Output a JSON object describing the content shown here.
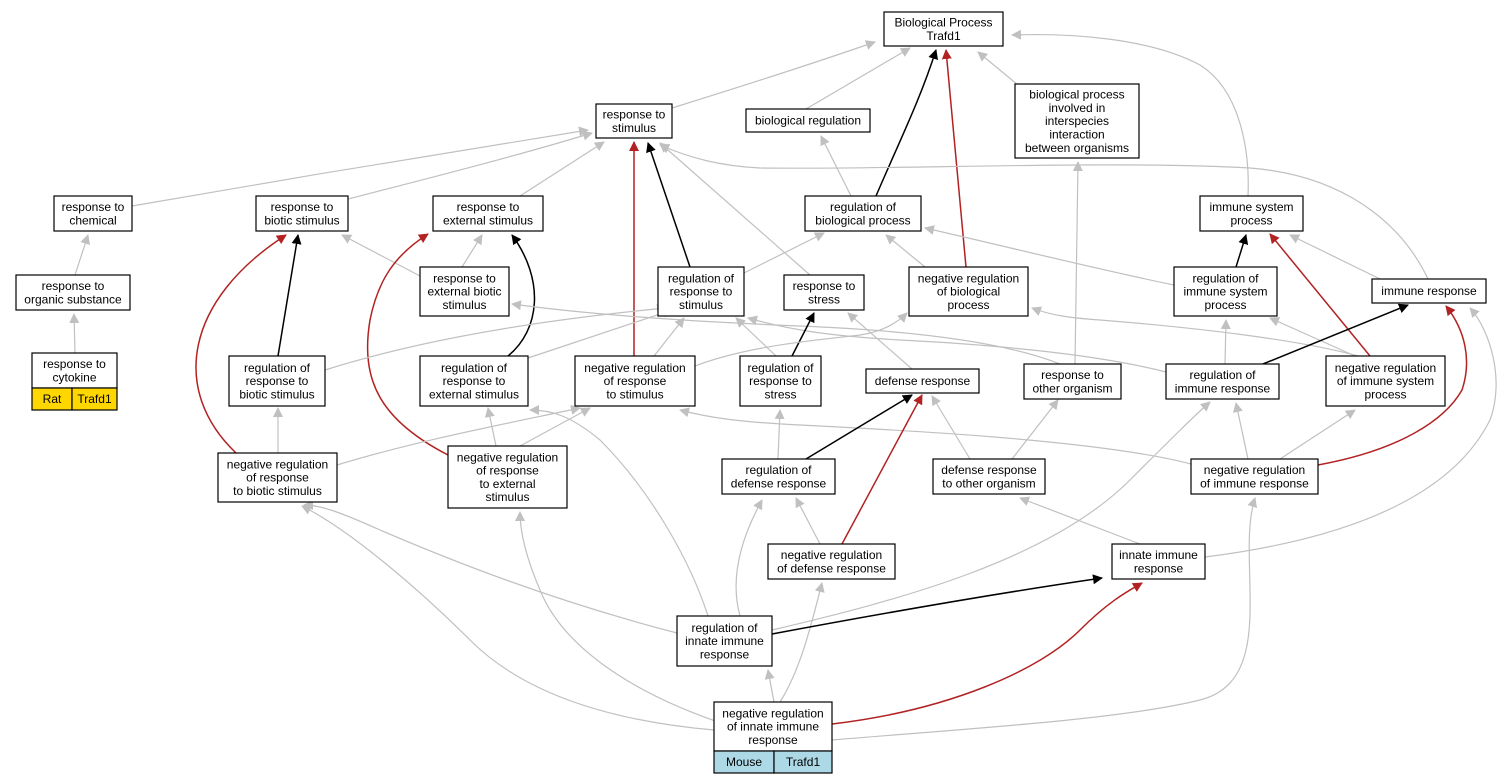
{
  "colors": {
    "gray": "#c0c0c0",
    "black": "#000000",
    "red": "#b22222",
    "rat_fill": "#ffd700",
    "mouse_fill": "#add8e6",
    "node_fill": "#ffffff"
  },
  "nodes": {
    "bp": {
      "lines": [
        "Biological Process",
        "Trafd1"
      ]
    },
    "rts": {
      "lines": [
        "response to",
        "stimulus"
      ]
    },
    "breg": {
      "lines": [
        "biological regulation"
      ]
    },
    "bpii": {
      "lines": [
        "biological process",
        "involved in",
        "interspecies",
        "interaction",
        "between organisms"
      ]
    },
    "rtc": {
      "lines": [
        "response to",
        "chemical"
      ]
    },
    "rtbs": {
      "lines": [
        "response to",
        "biotic stimulus"
      ]
    },
    "rtes": {
      "lines": [
        "response to",
        "external stimulus"
      ]
    },
    "rbp": {
      "lines": [
        "regulation of",
        "biological process"
      ]
    },
    "isp": {
      "lines": [
        "immune system",
        "process"
      ]
    },
    "rtos": {
      "lines": [
        "response to",
        "organic substance"
      ]
    },
    "rtebs": {
      "lines": [
        "response to",
        "external biotic",
        "stimulus"
      ]
    },
    "rors": {
      "lines": [
        "regulation of",
        "response to",
        "stimulus"
      ]
    },
    "rtst": {
      "lines": [
        "response to",
        "stress"
      ]
    },
    "nrbp": {
      "lines": [
        "negative regulation",
        "of biological",
        "process"
      ]
    },
    "risp": {
      "lines": [
        "regulation of",
        "immune system",
        "process"
      ]
    },
    "ir": {
      "lines": [
        "immune response"
      ]
    },
    "rtcy": {
      "lines": [
        "response to",
        "cytokine"
      ],
      "cells": [
        "Rat",
        "Trafd1"
      ]
    },
    "rrbs": {
      "lines": [
        "regulation of",
        "response to",
        "biotic stimulus"
      ]
    },
    "rres": {
      "lines": [
        "regulation of",
        "response to",
        "external stimulus"
      ]
    },
    "nrrs": {
      "lines": [
        "negative regulation",
        "of response",
        "to stimulus"
      ]
    },
    "rrst": {
      "lines": [
        "regulation of",
        "response to",
        "stress"
      ]
    },
    "dr": {
      "lines": [
        "defense response"
      ]
    },
    "rtoo": {
      "lines": [
        "response to",
        "other organism"
      ]
    },
    "rir": {
      "lines": [
        "regulation of",
        "immune response"
      ]
    },
    "nrisp": {
      "lines": [
        "negative regulation",
        "of immune system",
        "process"
      ]
    },
    "nrrbs": {
      "lines": [
        "negative regulation",
        "of response",
        "to biotic stimulus"
      ]
    },
    "nrres": {
      "lines": [
        "negative regulation",
        "of response",
        "to external",
        "stimulus"
      ]
    },
    "rdr": {
      "lines": [
        "regulation of",
        "defense response"
      ]
    },
    "droo": {
      "lines": [
        "defense response",
        "to other organism"
      ]
    },
    "nrir": {
      "lines": [
        "negative regulation",
        "of immune response"
      ]
    },
    "nrdr": {
      "lines": [
        "negative regulation",
        "of defense response"
      ]
    },
    "iir": {
      "lines": [
        "innate immune",
        "response"
      ]
    },
    "riir": {
      "lines": [
        "regulation of",
        "innate immune",
        "response"
      ]
    },
    "nriir": {
      "lines": [
        "negative regulation",
        "of innate immune",
        "response"
      ],
      "cells": [
        "Mouse",
        "Trafd1"
      ]
    }
  }
}
